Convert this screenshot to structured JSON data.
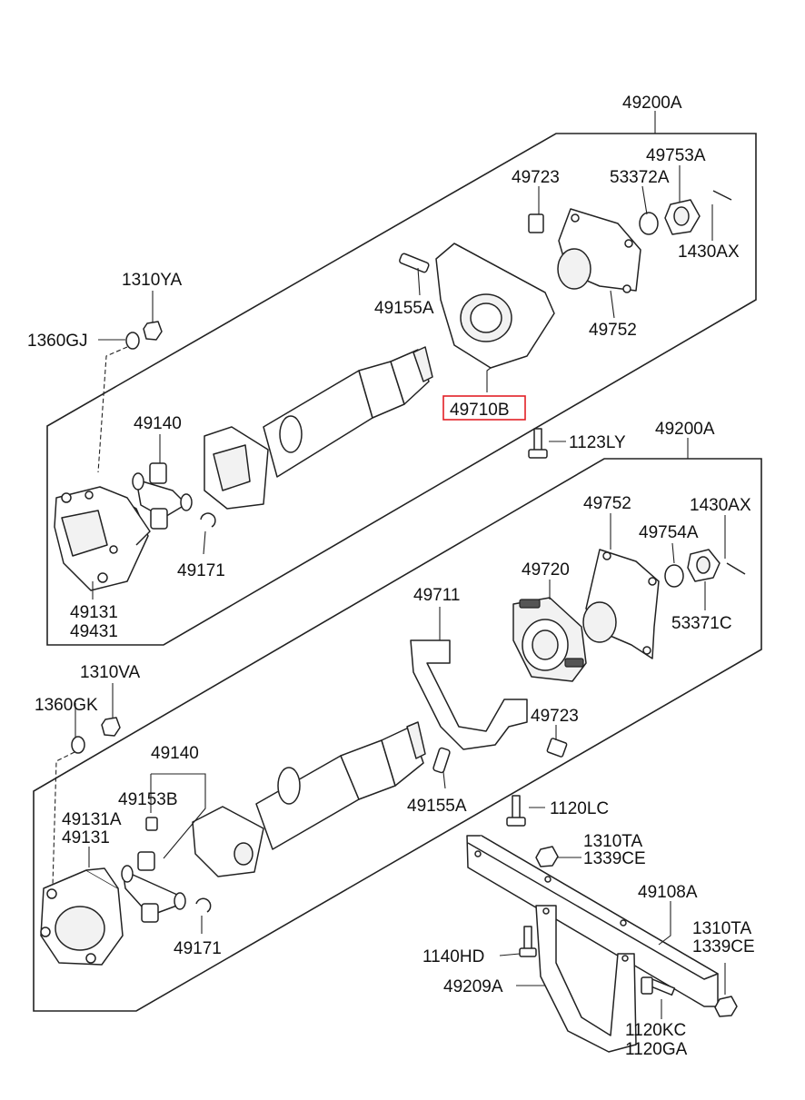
{
  "labels": {
    "a49200A_top": "49200A",
    "a49753A": "49753A",
    "a49723_top": "49723",
    "a53372A": "53372A",
    "a1430AX_top": "1430AX",
    "a1310YA": "1310YA",
    "a1360GJ": "1360GJ",
    "a49155A_top": "49155A",
    "a49752_top": "49752",
    "a49710B": "49710B",
    "a49140_top": "49140",
    "a1123LY": "1123LY",
    "a49200A_bottom": "49200A",
    "a49752_bottom": "49752",
    "a1430AX_bottom": "1430AX",
    "a49754A": "49754A",
    "a49171_top": "49171",
    "a49720": "49720",
    "a49131_top": "49131",
    "a49431": "49431",
    "a49711": "49711",
    "a53371C": "53371C",
    "a1310VA": "1310VA",
    "a1360GK": "1360GK",
    "a49723_bottom": "49723",
    "a49140_bottom": "49140",
    "a49153B": "49153B",
    "a49155A_bottom": "49155A",
    "a1120LC": "1120LC",
    "a49131A": "49131A",
    "a49131_bottom": "49131",
    "a1310TA_1": "1310TA",
    "a1339CE_1": "1339CE",
    "a49108A": "49108A",
    "a49171_bottom": "49171",
    "a1310TA_2": "1310TA",
    "a1339CE_2": "1339CE",
    "a1140HD": "1140HD",
    "a49209A": "49209A",
    "a1120KC": "1120KC",
    "a1120GA": "1120GA"
  },
  "highlight": {
    "color": "#e21f26",
    "part": "49710B"
  }
}
